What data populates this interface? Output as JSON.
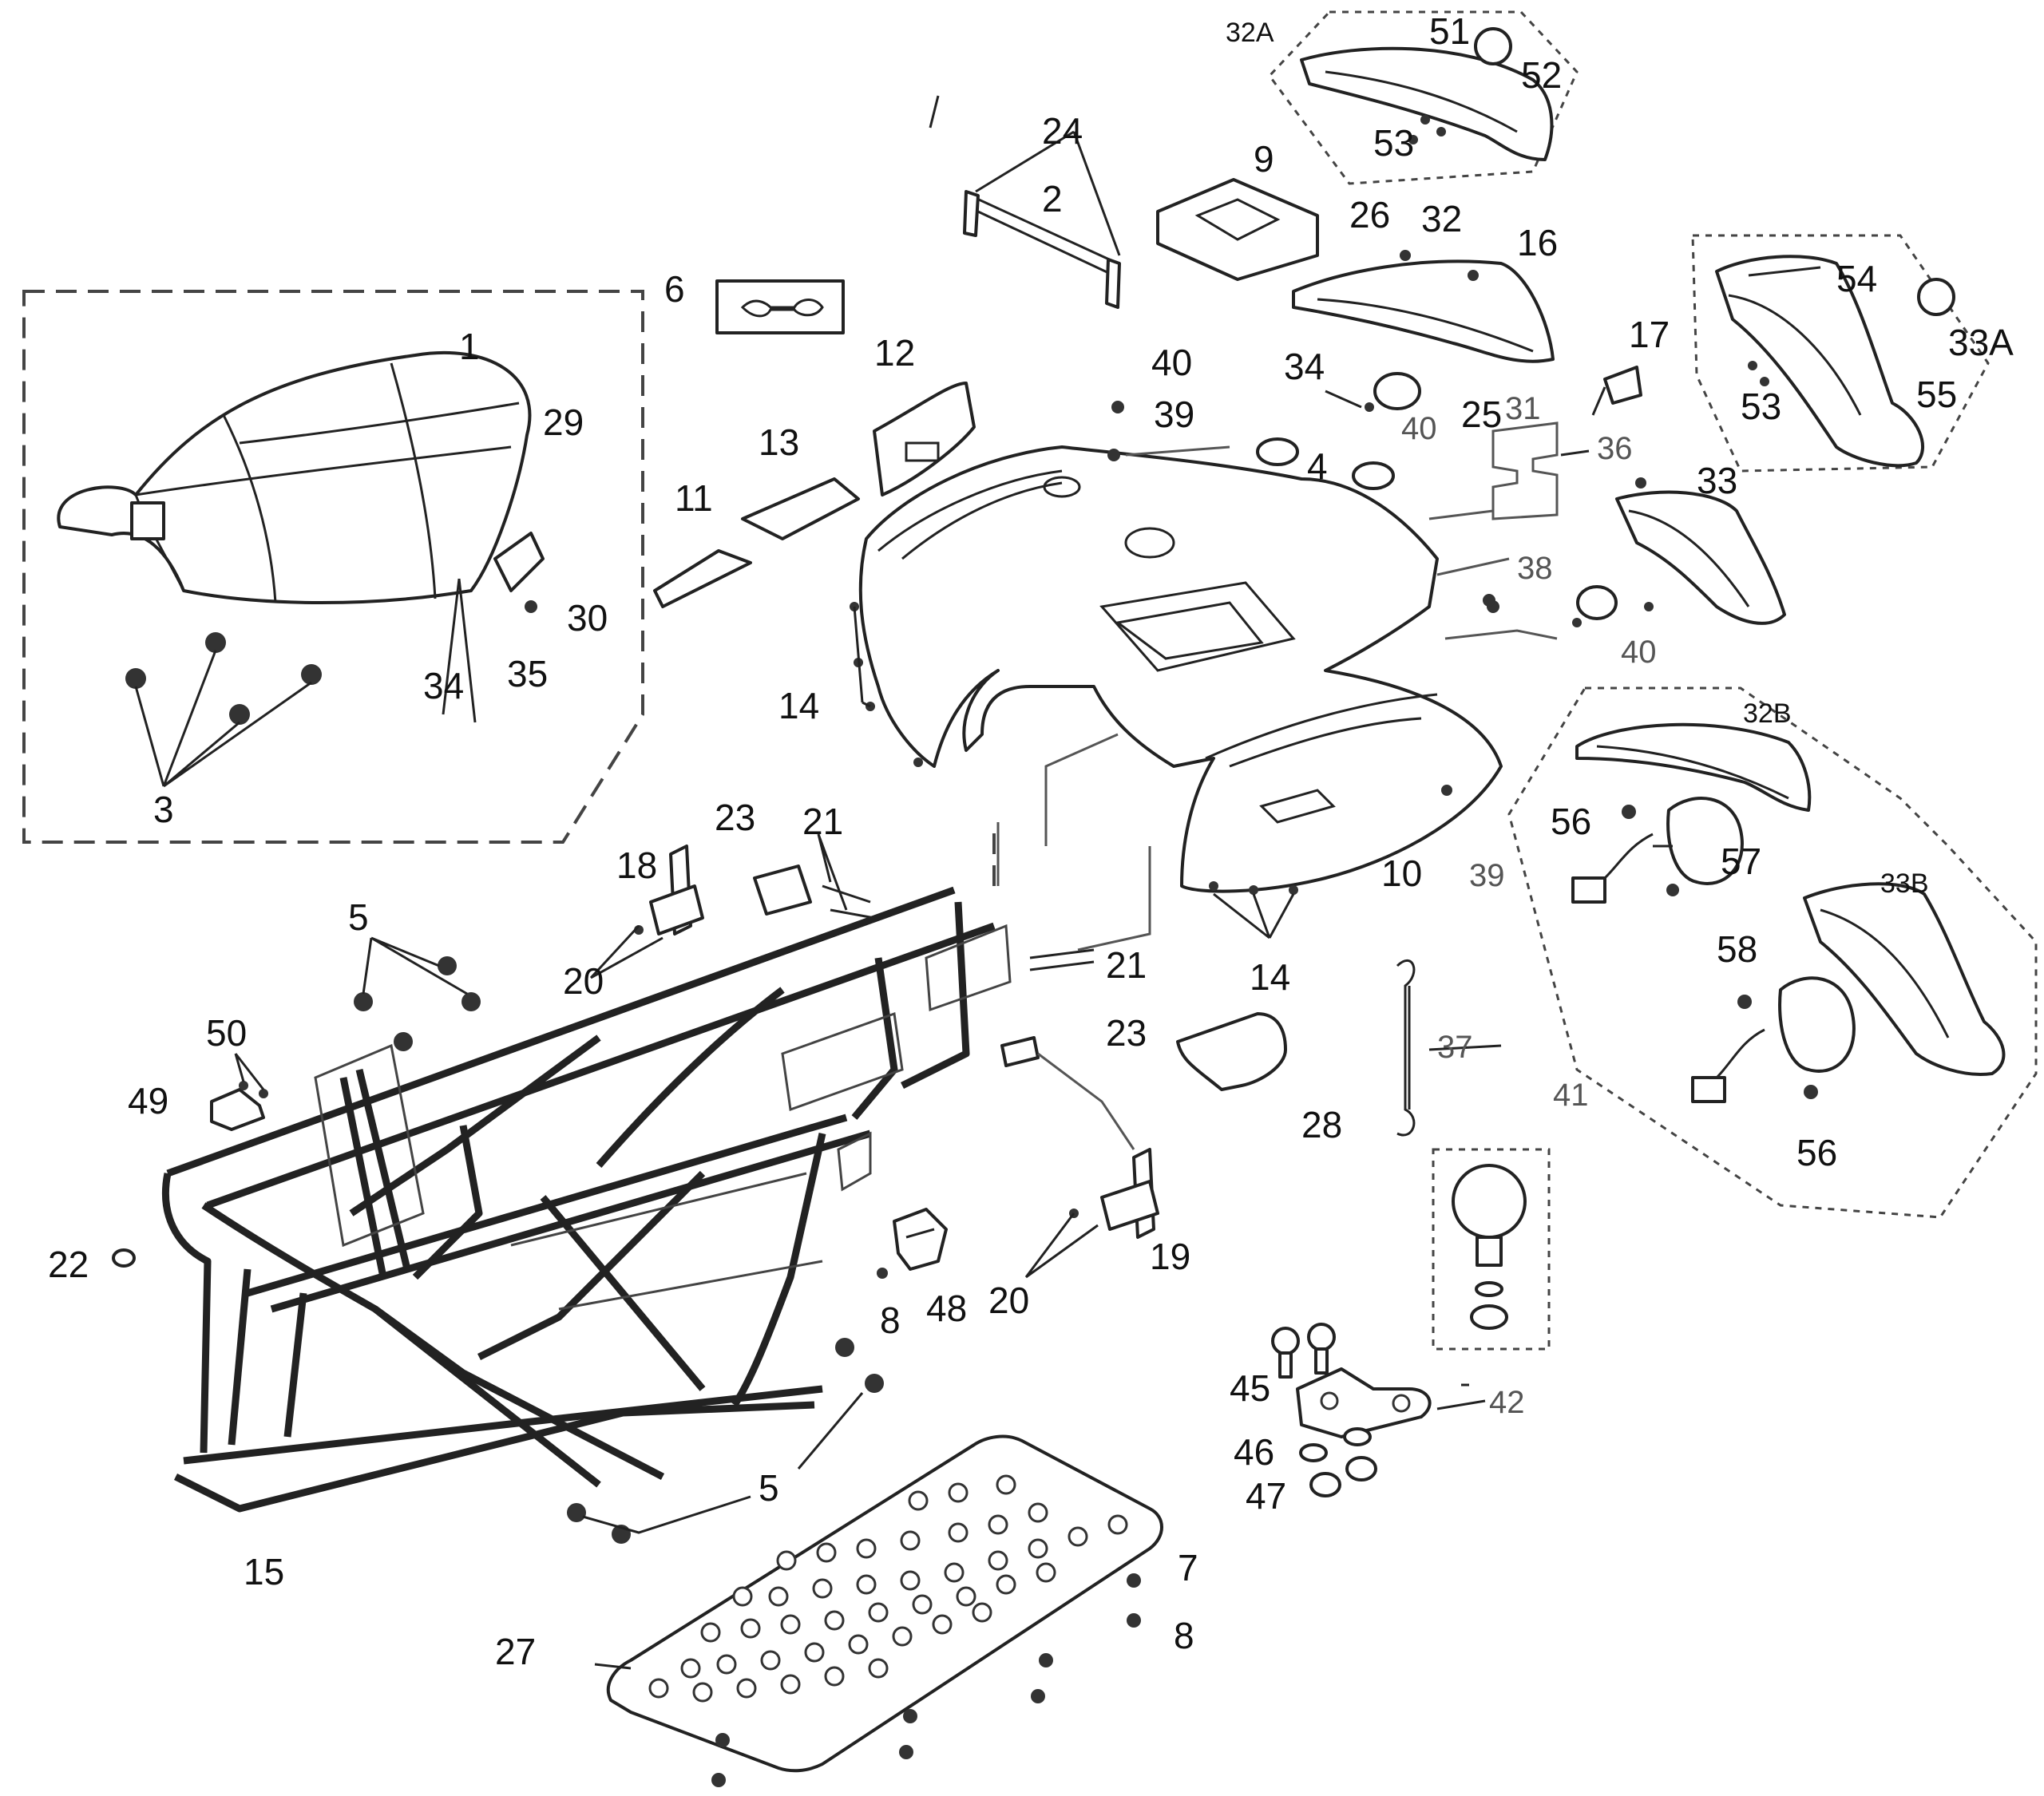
{
  "callouts": [
    {
      "id": "c1",
      "text": "1"
    },
    {
      "id": "c2",
      "text": "2"
    },
    {
      "id": "c3",
      "text": "3"
    },
    {
      "id": "c4",
      "text": "4"
    },
    {
      "id": "c5a",
      "text": "5"
    },
    {
      "id": "c5b",
      "text": "5"
    },
    {
      "id": "c6",
      "text": "6"
    },
    {
      "id": "c7",
      "text": "7"
    },
    {
      "id": "c8a",
      "text": "8"
    },
    {
      "id": "c8b",
      "text": "8"
    },
    {
      "id": "c9",
      "text": "9"
    },
    {
      "id": "c10",
      "text": "10"
    },
    {
      "id": "c11",
      "text": "11"
    },
    {
      "id": "c12",
      "text": "12"
    },
    {
      "id": "c13",
      "text": "13"
    },
    {
      "id": "c14a",
      "text": "14"
    },
    {
      "id": "c14b",
      "text": "14"
    },
    {
      "id": "c15",
      "text": "15"
    },
    {
      "id": "c16",
      "text": "16"
    },
    {
      "id": "c17",
      "text": "17"
    },
    {
      "id": "c18",
      "text": "18"
    },
    {
      "id": "c19",
      "text": "19"
    },
    {
      "id": "c20a",
      "text": "20"
    },
    {
      "id": "c20b",
      "text": "20"
    },
    {
      "id": "c21a",
      "text": "21"
    },
    {
      "id": "c21b",
      "text": "21"
    },
    {
      "id": "c22",
      "text": "22"
    },
    {
      "id": "c23a",
      "text": "23"
    },
    {
      "id": "c23b",
      "text": "23"
    },
    {
      "id": "c24",
      "text": "24"
    },
    {
      "id": "c25",
      "text": "25"
    },
    {
      "id": "c26",
      "text": "26"
    },
    {
      "id": "c27",
      "text": "27"
    },
    {
      "id": "c28",
      "text": "28"
    },
    {
      "id": "c29",
      "text": "29"
    },
    {
      "id": "c30",
      "text": "30"
    },
    {
      "id": "c31",
      "text": "31"
    },
    {
      "id": "c32",
      "text": "32"
    },
    {
      "id": "c32A",
      "text": "32A"
    },
    {
      "id": "c32B",
      "text": "32B"
    },
    {
      "id": "c33",
      "text": "33"
    },
    {
      "id": "c33A",
      "text": "33A"
    },
    {
      "id": "c33B",
      "text": "33B"
    },
    {
      "id": "c34a",
      "text": "34"
    },
    {
      "id": "c34b",
      "text": "34"
    },
    {
      "id": "c35",
      "text": "35"
    },
    {
      "id": "c36",
      "text": "36"
    },
    {
      "id": "c37",
      "text": "37"
    },
    {
      "id": "c38",
      "text": "38"
    },
    {
      "id": "c39a",
      "text": "39"
    },
    {
      "id": "c39b",
      "text": "39"
    },
    {
      "id": "c40a",
      "text": "40"
    },
    {
      "id": "c40b",
      "text": "40"
    },
    {
      "id": "c40c",
      "text": "40"
    },
    {
      "id": "c41",
      "text": "41"
    },
    {
      "id": "c42",
      "text": "42"
    },
    {
      "id": "c45",
      "text": "45"
    },
    {
      "id": "c46",
      "text": "46"
    },
    {
      "id": "c47",
      "text": "47"
    },
    {
      "id": "c48",
      "text": "48"
    },
    {
      "id": "c49",
      "text": "49"
    },
    {
      "id": "c50",
      "text": "50"
    },
    {
      "id": "c51",
      "text": "51"
    },
    {
      "id": "c52",
      "text": "52"
    },
    {
      "id": "c53a",
      "text": "53"
    },
    {
      "id": "c53b",
      "text": "53"
    },
    {
      "id": "c54",
      "text": "54"
    },
    {
      "id": "c55",
      "text": "55"
    },
    {
      "id": "c56a",
      "text": "56"
    },
    {
      "id": "c56b",
      "text": "56"
    },
    {
      "id": "c57",
      "text": "57"
    },
    {
      "id": "c58",
      "text": "58"
    }
  ]
}
